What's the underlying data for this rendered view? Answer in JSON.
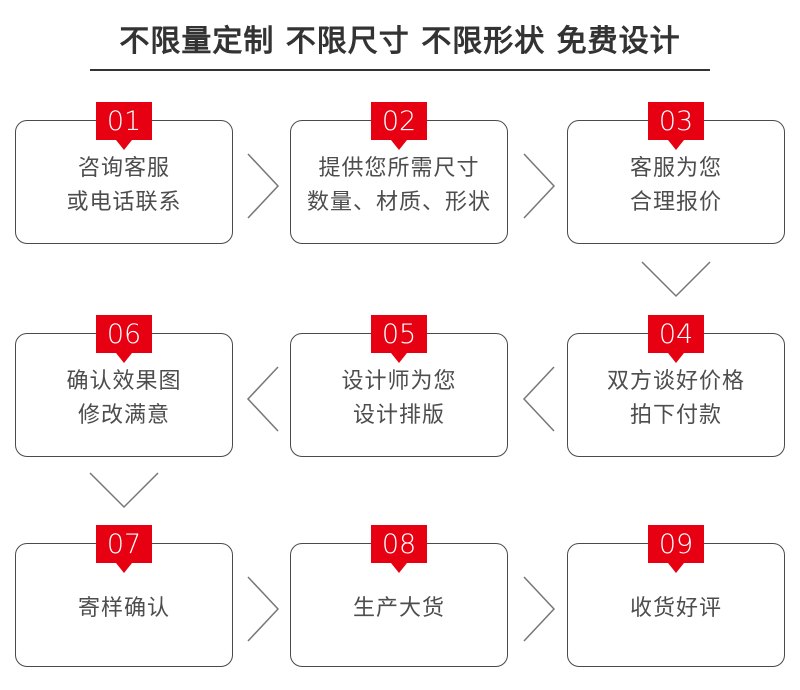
{
  "colors": {
    "accent": "#e60012",
    "border": "#4a4a4a",
    "text": "#4d4d4d",
    "title": "#333333",
    "arrow": "#777777"
  },
  "header": {
    "title": "不限量定制 不限尺寸 不限形状 免费设计"
  },
  "steps": [
    {
      "num": "01",
      "line1": "咨询客服",
      "line2": "或电话联系"
    },
    {
      "num": "02",
      "line1": "提供您所需尺寸",
      "line2": "数量、材质、形状"
    },
    {
      "num": "03",
      "line1": "客服为您",
      "line2": "合理报价"
    },
    {
      "num": "04",
      "line1": "双方谈好价格",
      "line2": "拍下付款"
    },
    {
      "num": "05",
      "line1": "设计师为您",
      "line2": "设计排版"
    },
    {
      "num": "06",
      "line1": "确认效果图",
      "line2": "修改满意"
    },
    {
      "num": "07",
      "line1": "寄样确认",
      "line2": ""
    },
    {
      "num": "08",
      "line1": "生产大货",
      "line2": ""
    },
    {
      "num": "09",
      "line1": "收货好评",
      "line2": ""
    }
  ]
}
